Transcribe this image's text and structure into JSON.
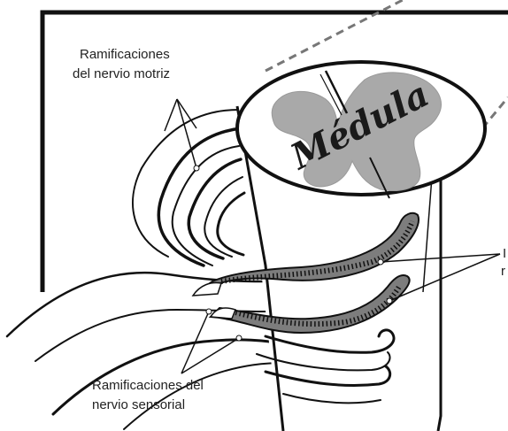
{
  "labels": {
    "motor_line1": "Ramificaciones",
    "motor_line2": "del nervio motriz",
    "sensory_line1": "Ramificaciones del",
    "sensory_line2": "nervio sensorial",
    "core": "Médula",
    "right_clipped_1": "I",
    "right_clipped_2": "r"
  },
  "colors": {
    "ink": "#111111",
    "grey_matter": "#a9a9a9",
    "nerve_fill": "#7d7d7d",
    "dashes": "#777777"
  }
}
